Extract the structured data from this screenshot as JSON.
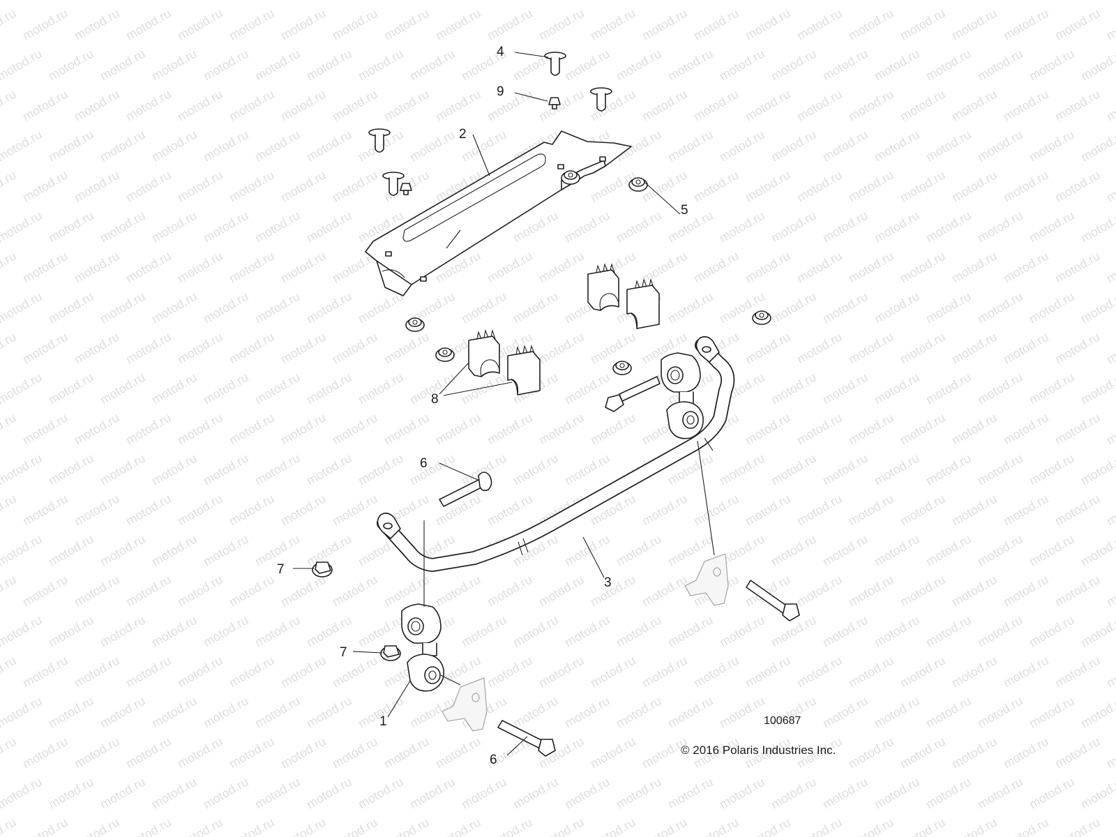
{
  "watermark": "motod.ru",
  "drawing_number": "100687",
  "copyright": "© 2016 Polaris Industries Inc.",
  "callouts": [
    "1",
    "2",
    "3",
    "4",
    "5",
    "6",
    "6",
    "7",
    "7",
    "8",
    "9"
  ],
  "colors": {
    "background": "#ffffff",
    "line": "#1f1f1f",
    "ghost_line": "#a9a9a9",
    "watermark": "#dedede"
  }
}
